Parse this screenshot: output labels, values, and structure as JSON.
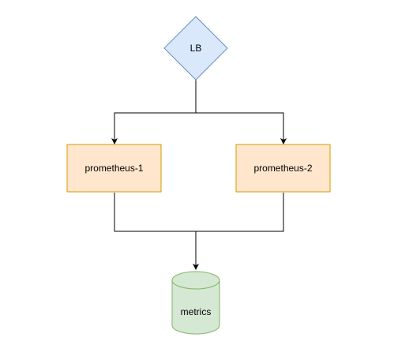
{
  "nodes": {
    "lb": {
      "label": "LB",
      "fill": "#dae8fc",
      "stroke": "#6c8ebf"
    },
    "prometheus1": {
      "label": "prometheus-1",
      "fill": "#ffe6cc",
      "stroke": "#d79b00"
    },
    "prometheus2": {
      "label": "prometheus-2",
      "fill": "#ffe6cc",
      "stroke": "#d79b00"
    },
    "metrics": {
      "label": "metrics",
      "fill": "#d5e8d4",
      "stroke": "#82b366"
    }
  },
  "edge_color": "#000000"
}
